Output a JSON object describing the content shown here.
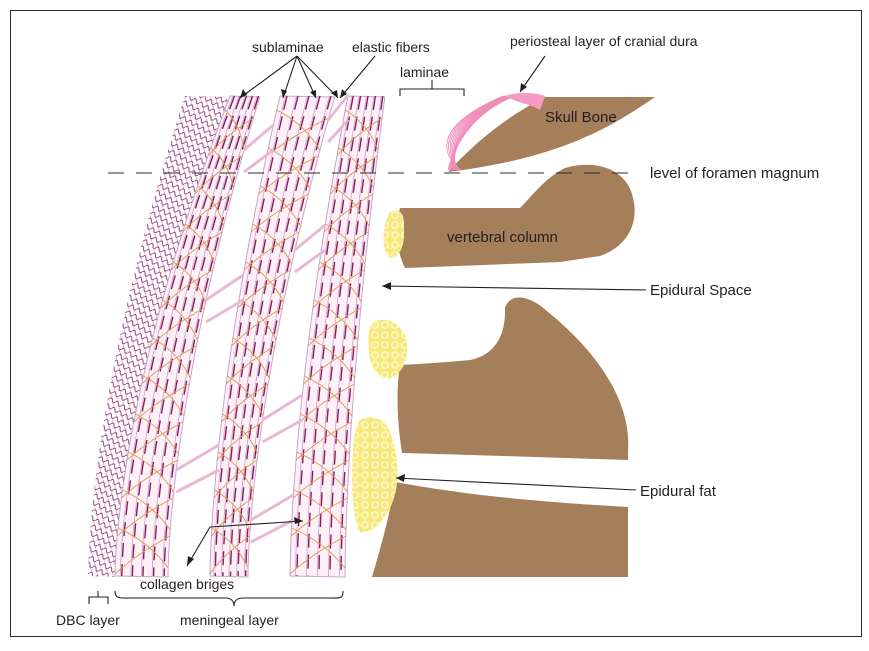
{
  "labels": {
    "sublaminae": "sublaminae",
    "elastic_fibers": "elastic fibers",
    "laminae": "laminae",
    "periosteal": "periosteal layer of cranial dura",
    "skull_bone": "Skull Bone",
    "foramen_magnum": "level of foramen magnum",
    "vertebral_column": "vertebral column",
    "epidural_space": "Epidural Space",
    "epidural_fat": "Epidural fat",
    "collagen_bridges": "collagen briges",
    "dbc_layer": "DBC layer",
    "meningeal_layer": "meningeal layer"
  },
  "colors": {
    "bone": "#a57e5a",
    "fat": "#f6ea7c",
    "lamina_border": "#c7a6cc",
    "sublamina_dash": "#8b1a5c",
    "elastic_fiber": "#e3954a",
    "dbc": "#7b1d5a",
    "periosteal": "#ef8cb8"
  }
}
